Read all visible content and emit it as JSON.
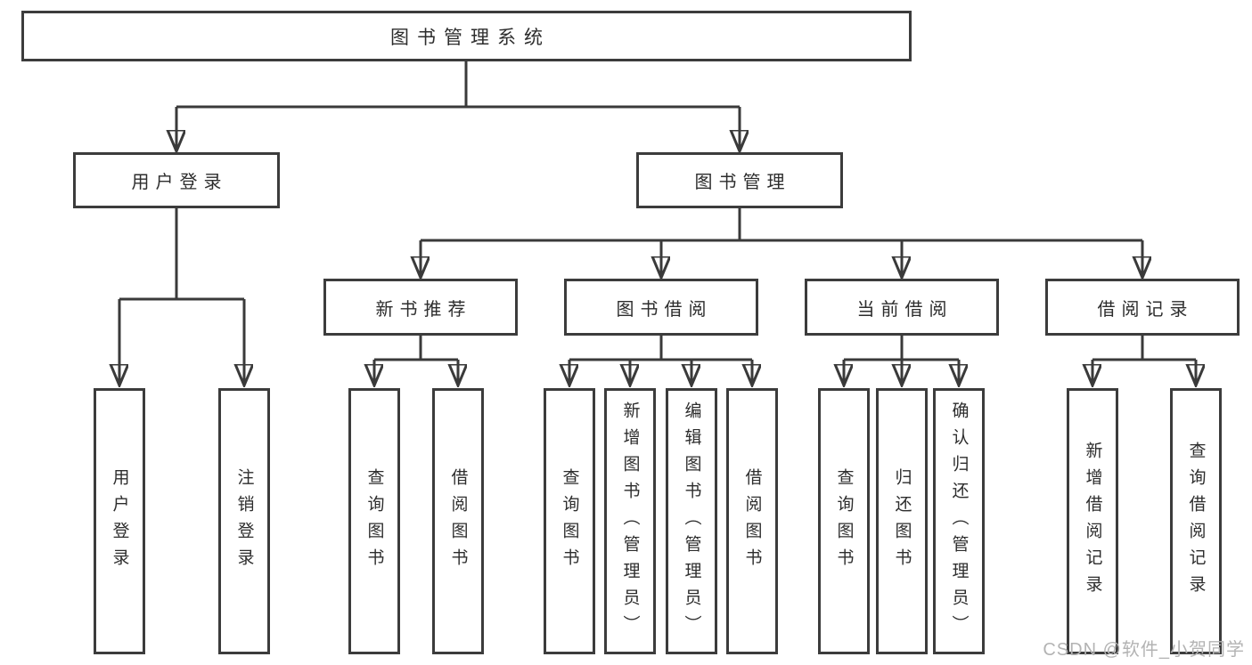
{
  "diagram": {
    "title_note": "functional structure chart of a library management system",
    "root": {
      "label": "图书管理系统"
    },
    "level1": [
      {
        "label": "用户登录"
      },
      {
        "label": "图书管理"
      }
    ],
    "level2": [
      {
        "label": "新书推荐",
        "parent": "图书管理"
      },
      {
        "label": "图书借阅",
        "parent": "图书管理"
      },
      {
        "label": "当前借阅",
        "parent": "图书管理"
      },
      {
        "label": "借阅记录",
        "parent": "图书管理"
      }
    ],
    "leaves": [
      {
        "label": "用户登录",
        "parent": "用户登录"
      },
      {
        "label": "注销登录",
        "parent": "用户登录"
      },
      {
        "label": "查询图书",
        "parent": "新书推荐"
      },
      {
        "label": "借阅图书",
        "parent": "新书推荐"
      },
      {
        "label": "查询图书",
        "parent": "图书借阅"
      },
      {
        "label": "新增图书（管理员）",
        "parent": "图书借阅"
      },
      {
        "label": "编辑图书（管理员）",
        "parent": "图书借阅"
      },
      {
        "label": "借阅图书",
        "parent": "图书借阅"
      },
      {
        "label": "查询图书",
        "parent": "当前借阅"
      },
      {
        "label": "归还图书",
        "parent": "当前借阅"
      },
      {
        "label": "确认归还（管理员）",
        "parent": "当前借阅"
      },
      {
        "label": "新增借阅记录",
        "parent": "借阅记录"
      },
      {
        "label": "查询借阅记录",
        "parent": "借阅记录"
      }
    ]
  },
  "watermark": {
    "text": "CSDN @软件_小贺同学"
  },
  "colors": {
    "background": "#ffffff",
    "line": "#3a3a3a",
    "box_border": "#3c3c3c",
    "text": "#2d2d2d",
    "watermark": "#b3b3b3"
  }
}
